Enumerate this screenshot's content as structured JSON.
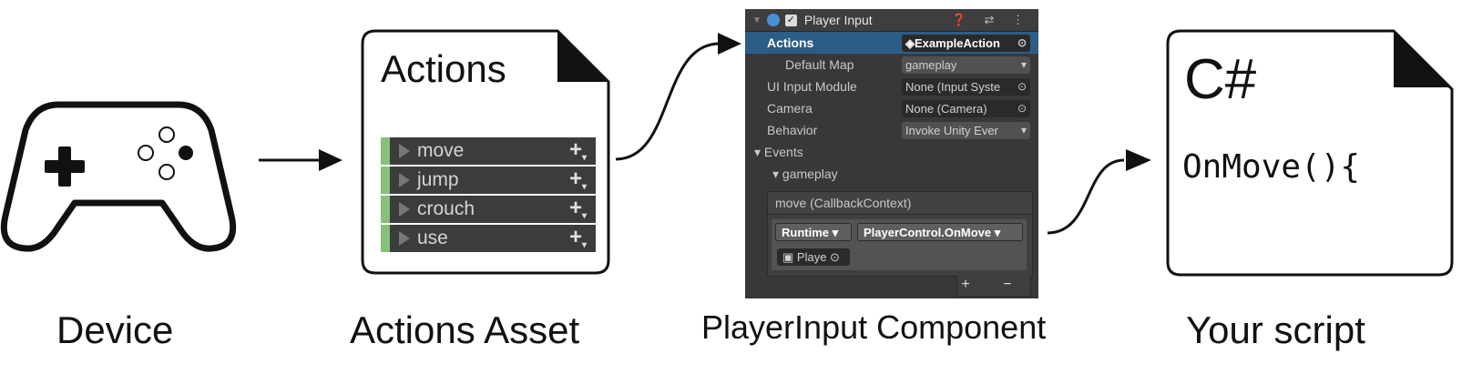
{
  "captions": {
    "device": "Device",
    "actions_asset": "Actions Asset",
    "player_input": "PlayerInput Component",
    "script": "Your script"
  },
  "actions_doc": {
    "title": "Actions",
    "items": [
      "move",
      "jump",
      "crouch",
      "use"
    ],
    "add_glyph": "+",
    "accent_color": "#86c07a"
  },
  "player_input": {
    "header_title": "Player Input",
    "header_icons": "❓ ⇄ ⋮",
    "rows": [
      {
        "label": "Actions",
        "value": "ExampleAction",
        "kind": "object",
        "selected": true
      },
      {
        "label": "Default Map",
        "value": "gameplay",
        "kind": "dropdown"
      },
      {
        "label": "UI Input Module",
        "value": "None (Input Syste",
        "kind": "object"
      },
      {
        "label": "Camera",
        "value": "None (Camera)",
        "kind": "object"
      },
      {
        "label": "Behavior",
        "value": "Invoke Unity Ever",
        "kind": "dropdown"
      }
    ],
    "events_label": "Events",
    "map_label": "gameplay",
    "callback_label": "move (CallbackContext)",
    "runtime_option": "Runtime",
    "function_option": "PlayerControl.OnMove",
    "target_object": "Playe",
    "add_remove": "+ −"
  },
  "script_doc": {
    "language": "C#",
    "code": "OnMove(){"
  }
}
